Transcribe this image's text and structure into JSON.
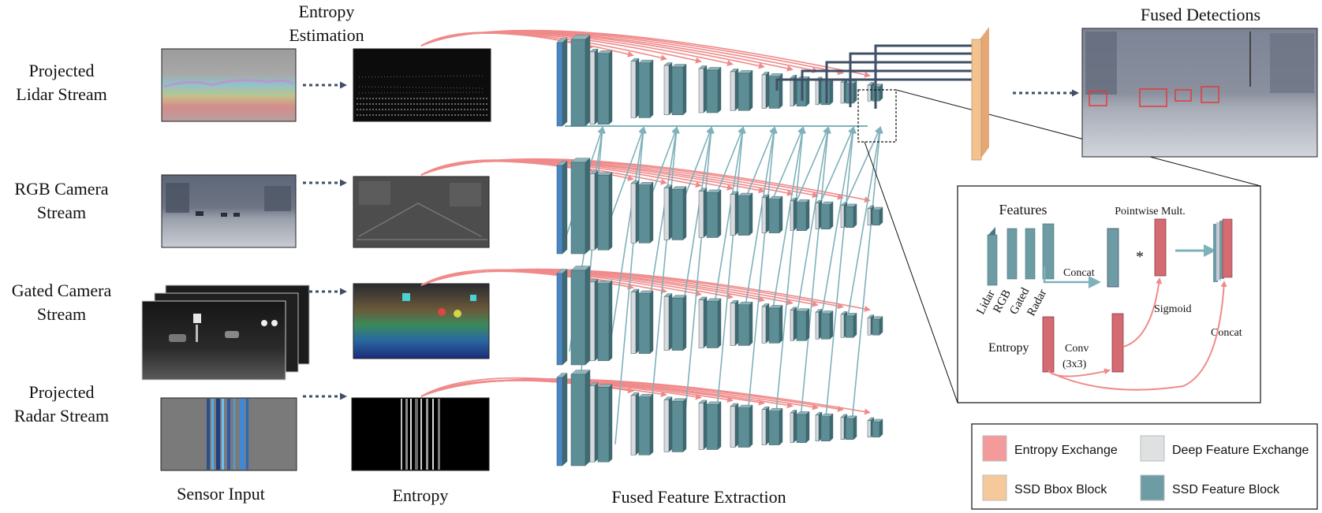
{
  "streams": [
    {
      "line1": "Projected",
      "line2": "Lidar Stream"
    },
    {
      "line1": "RGB Camera",
      "line2": "Stream"
    },
    {
      "line1": "Gated Camera",
      "line2": "Stream"
    },
    {
      "line1": "Projected",
      "line2": "Radar Stream"
    }
  ],
  "headers": {
    "entropy_estimation_line1": "Entropy",
    "entropy_estimation_line2": "Estimation",
    "fused_detections": "Fused Detections"
  },
  "bottom_labels": {
    "sensor_input": "Sensor Input",
    "entropy": "Entropy",
    "fused_feature_extraction": "Fused Feature Extraction"
  },
  "inset": {
    "features": "Features",
    "pointwise_mult": "Pointwise Mult.",
    "feature_names": [
      "Lidar",
      "RGB",
      "Gated",
      "Radar"
    ],
    "concat": "Concat",
    "star": "*",
    "sigmoid": "Sigmoid",
    "entropy": "Entropy",
    "conv_line1": "Conv",
    "conv_line2": "(3x3)",
    "concat2": "Concat"
  },
  "legend": [
    {
      "label": "Entropy Exchange",
      "color": "#f59a9a"
    },
    {
      "label": "Deep Feature Exchange",
      "color": "#dfe0e2"
    },
    {
      "label": "SSD Bbox Block",
      "color": "#f6c99a"
    },
    {
      "label": "SSD Feature Block",
      "color": "#6e9ca4"
    }
  ],
  "colors": {
    "entropy_exchange": "#f08a8a",
    "feature_exchange": "#7fb1bb",
    "ssd_feature": "#5d8d95",
    "ssd_input": "#4a86c5",
    "deep_feature": "#d9dadd",
    "bbox_block": "#f2c290",
    "detection_link": "#3f4f66",
    "conv_block": "#d46a72"
  }
}
